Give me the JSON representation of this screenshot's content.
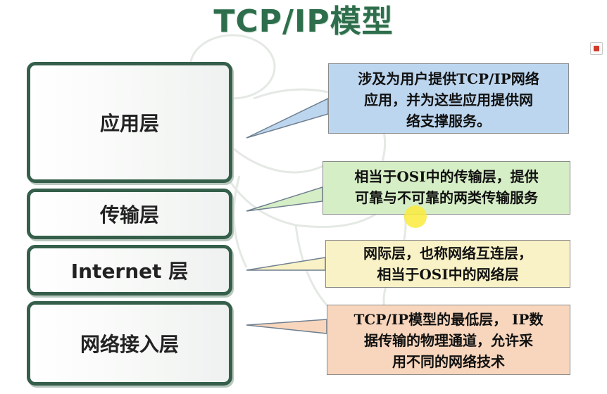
{
  "title": "TCP/IP模型",
  "layers": {
    "application": "应用层",
    "transport": "传输层",
    "internet": "Internet 层",
    "network_access": "网络接入层"
  },
  "callouts": {
    "application": [
      "涉及为用户提供TCP/IP网络",
      "应用，并为这些应用提供网",
      "络支撑服务。"
    ],
    "transport": [
      "相当于OSI中的传输层，提供",
      "可靠与不可靠的两类传输服务"
    ],
    "internet": [
      "网际层，也称网络互连层，",
      "相当于OSI中的网络层"
    ],
    "network_access": [
      "TCP/IP模型的最低层， IP数",
      "据传输的物理通道，允许采",
      "用不同的网络技术"
    ]
  },
  "colors": {
    "title": "#2e6e4c",
    "layer_border": "#355f4a",
    "callout_application": "#bdd6ef",
    "callout_transport": "#d6eec6",
    "callout_internet": "#f9f2c6",
    "callout_network_access": "#f7d6bd",
    "pointer": "#faeb3c"
  },
  "icons": {
    "slide_marker": "slide-marker-icon",
    "cursor": "laser-pointer-icon"
  }
}
